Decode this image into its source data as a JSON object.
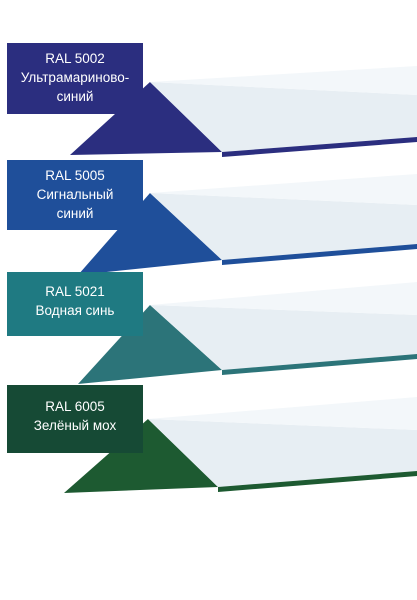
{
  "swatches": [
    {
      "code": "RAL 5002",
      "name_line1": "Ультрамариново-",
      "name_line2": "синий",
      "color": "#2b2e7f",
      "edge": "#242674"
    },
    {
      "code": "RAL 5005",
      "name_line1": "Сигнальный",
      "name_line2": "синий",
      "color": "#1f4f9a",
      "edge": "#1b4489"
    },
    {
      "code": "RAL 5021",
      "name_line1": "Водная синь",
      "name_line2": "",
      "color": "#1f7a82",
      "edge": "#2c6f72"
    },
    {
      "code": "RAL 6005",
      "name_line1": "Зелёный мох",
      "name_line2": "",
      "color": "#164a35",
      "edge": "#1d5a31"
    }
  ]
}
